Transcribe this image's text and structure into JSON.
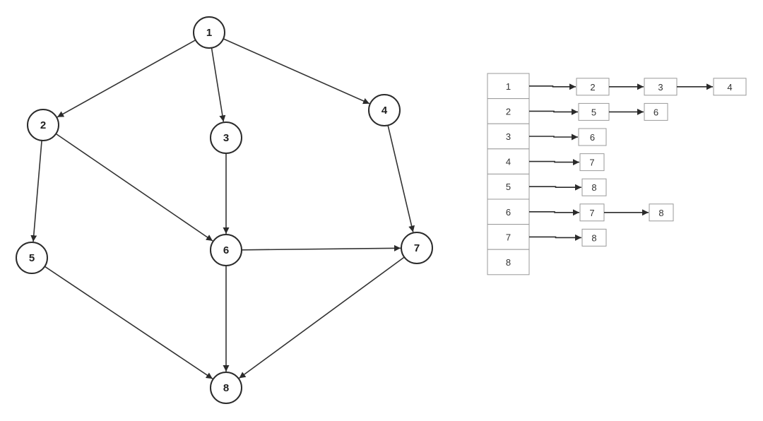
{
  "graph": {
    "nodes": [
      {
        "id": "1",
        "label": "1"
      },
      {
        "id": "2",
        "label": "2"
      },
      {
        "id": "3",
        "label": "3"
      },
      {
        "id": "4",
        "label": "4"
      },
      {
        "id": "5",
        "label": "5"
      },
      {
        "id": "6",
        "label": "6"
      },
      {
        "id": "7",
        "label": "7"
      },
      {
        "id": "8",
        "label": "8"
      }
    ],
    "edges": [
      {
        "from": "1",
        "to": "2"
      },
      {
        "from": "1",
        "to": "3"
      },
      {
        "from": "1",
        "to": "4"
      },
      {
        "from": "2",
        "to": "5"
      },
      {
        "from": "2",
        "to": "6"
      },
      {
        "from": "3",
        "to": "6"
      },
      {
        "from": "4",
        "to": "7"
      },
      {
        "from": "5",
        "to": "8"
      },
      {
        "from": "6",
        "to": "7"
      },
      {
        "from": "6",
        "to": "8"
      },
      {
        "from": "7",
        "to": "8"
      }
    ]
  },
  "adjacency_list": [
    {
      "vertex": "1",
      "neighbors": [
        "2",
        "3",
        "4"
      ]
    },
    {
      "vertex": "2",
      "neighbors": [
        "5",
        "6"
      ]
    },
    {
      "vertex": "3",
      "neighbors": [
        "6"
      ]
    },
    {
      "vertex": "4",
      "neighbors": [
        "7"
      ]
    },
    {
      "vertex": "5",
      "neighbors": [
        "8"
      ]
    },
    {
      "vertex": "6",
      "neighbors": [
        "7",
        "8"
      ]
    },
    {
      "vertex": "7",
      "neighbors": [
        "8"
      ]
    },
    {
      "vertex": "8",
      "neighbors": []
    }
  ],
  "colors": {
    "line": "#333333",
    "cell_border": "#9a9a9a"
  }
}
